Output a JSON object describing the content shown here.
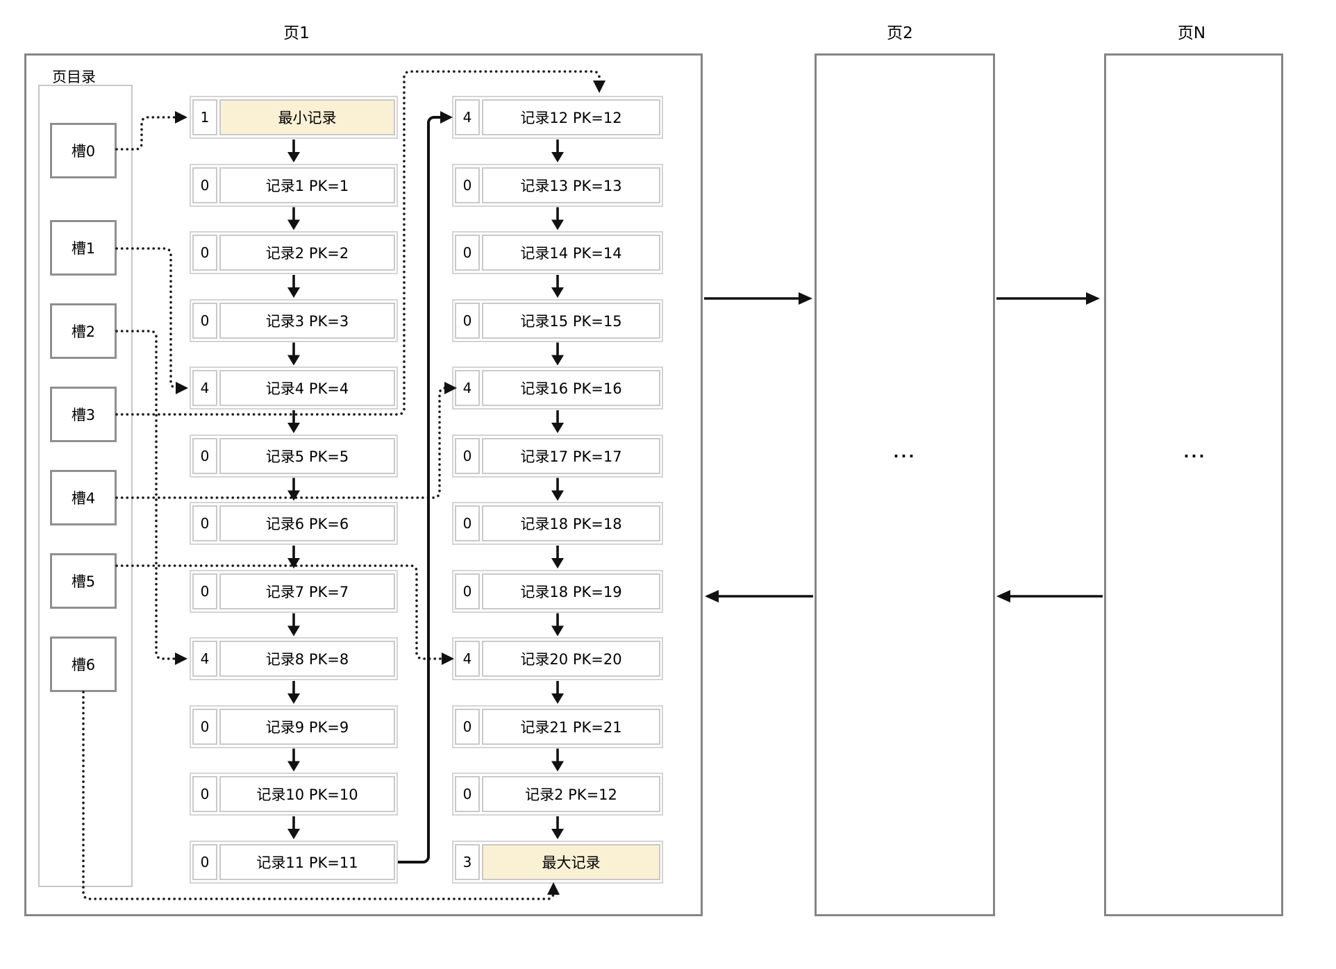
{
  "diagram": {
    "page1": {
      "title": "页1",
      "directory": {
        "label": "页目录",
        "slots": [
          {
            "label": "槽0"
          },
          {
            "label": "槽1"
          },
          {
            "label": "槽2"
          },
          {
            "label": "槽3"
          },
          {
            "label": "槽4"
          },
          {
            "label": "槽5"
          },
          {
            "label": "槽6"
          }
        ]
      },
      "left_records": [
        {
          "owned": "1",
          "text": "最小记录",
          "highlight": true
        },
        {
          "owned": "0",
          "text": "记录1 PK=1",
          "highlight": false
        },
        {
          "owned": "0",
          "text": "记录2 PK=2",
          "highlight": false
        },
        {
          "owned": "0",
          "text": "记录3 PK=3",
          "highlight": false
        },
        {
          "owned": "4",
          "text": "记录4 PK=4",
          "highlight": false
        },
        {
          "owned": "0",
          "text": "记录5 PK=5",
          "highlight": false
        },
        {
          "owned": "0",
          "text": "记录6 PK=6",
          "highlight": false
        },
        {
          "owned": "0",
          "text": "记录7 PK=7",
          "highlight": false
        },
        {
          "owned": "4",
          "text": "记录8 PK=8",
          "highlight": false
        },
        {
          "owned": "0",
          "text": "记录9 PK=9",
          "highlight": false
        },
        {
          "owned": "0",
          "text": "记录10 PK=10",
          "highlight": false
        },
        {
          "owned": "0",
          "text": "记录11 PK=11",
          "highlight": false
        }
      ],
      "right_records": [
        {
          "owned": "4",
          "text": "记录12 PK=12",
          "highlight": false
        },
        {
          "owned": "0",
          "text": "记录13 PK=13",
          "highlight": false
        },
        {
          "owned": "0",
          "text": "记录14 PK=14",
          "highlight": false
        },
        {
          "owned": "0",
          "text": "记录15 PK=15",
          "highlight": false
        },
        {
          "owned": "4",
          "text": "记录16 PK=16",
          "highlight": false
        },
        {
          "owned": "0",
          "text": "记录17 PK=17",
          "highlight": false
        },
        {
          "owned": "0",
          "text": "记录18 PK=18",
          "highlight": false
        },
        {
          "owned": "0",
          "text": "记录18 PK=19",
          "highlight": false
        },
        {
          "owned": "4",
          "text": "记录20 PK=20",
          "highlight": false
        },
        {
          "owned": "0",
          "text": "记录21 PK=21",
          "highlight": false
        },
        {
          "owned": "0",
          "text": "记录2 PK=12",
          "highlight": false
        },
        {
          "owned": "3",
          "text": "最大记录",
          "highlight": true
        }
      ]
    },
    "page2": {
      "title": "页2",
      "body": "..."
    },
    "pageN": {
      "title": "页N",
      "body": "..."
    }
  },
  "colors": {
    "highlight_fill": "#FAF0D4",
    "page_border": "#858585",
    "box_border": "#C9C9C9",
    "slot_border": "#8F8F8F",
    "arrow": "#111111"
  }
}
